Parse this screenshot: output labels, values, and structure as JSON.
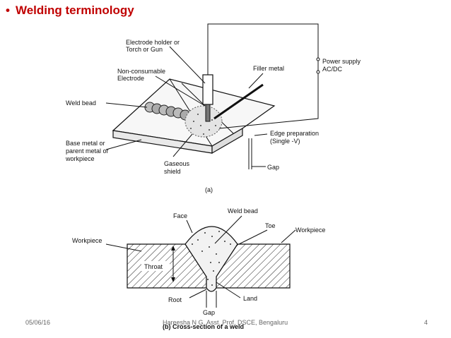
{
  "slide": {
    "bullet": "•",
    "title": "Welding terminology"
  },
  "diagram_a": {
    "caption": "(a)",
    "labels": {
      "electrode_holder_1": "Electrode holder or",
      "electrode_holder_2": "Torch or Gun",
      "non_consumable_1": "Non-consumable",
      "non_consumable_2": "Electrode",
      "filler_metal": "Filler metal",
      "power_supply_1": "Power supply",
      "power_supply_2": "AC/DC",
      "weld_bead": "Weld bead",
      "base_metal_1": "Base metal or",
      "base_metal_2": "parent metal or",
      "base_metal_3": "workpiece",
      "gaseous_1": "Gaseous",
      "gaseous_2": "shield",
      "edge_prep_1": "Edge preparation",
      "edge_prep_2": "(Single -V)",
      "gap": "Gap"
    }
  },
  "diagram_b": {
    "caption": "(b) Cross-section of a weld",
    "labels": {
      "face": "Face",
      "weld_bead": "Weld bead",
      "toe": "Toe",
      "workpiece_left": "Workpiece",
      "workpiece_right": "Workpiece",
      "throat": "Throat",
      "root": "Root",
      "land": "Land",
      "gap": "Gap"
    }
  },
  "footer": {
    "date": "05/06/16",
    "author": "Hareesha N G, Asst. Prof, DSCE, Bengaluru",
    "page": "4"
  }
}
